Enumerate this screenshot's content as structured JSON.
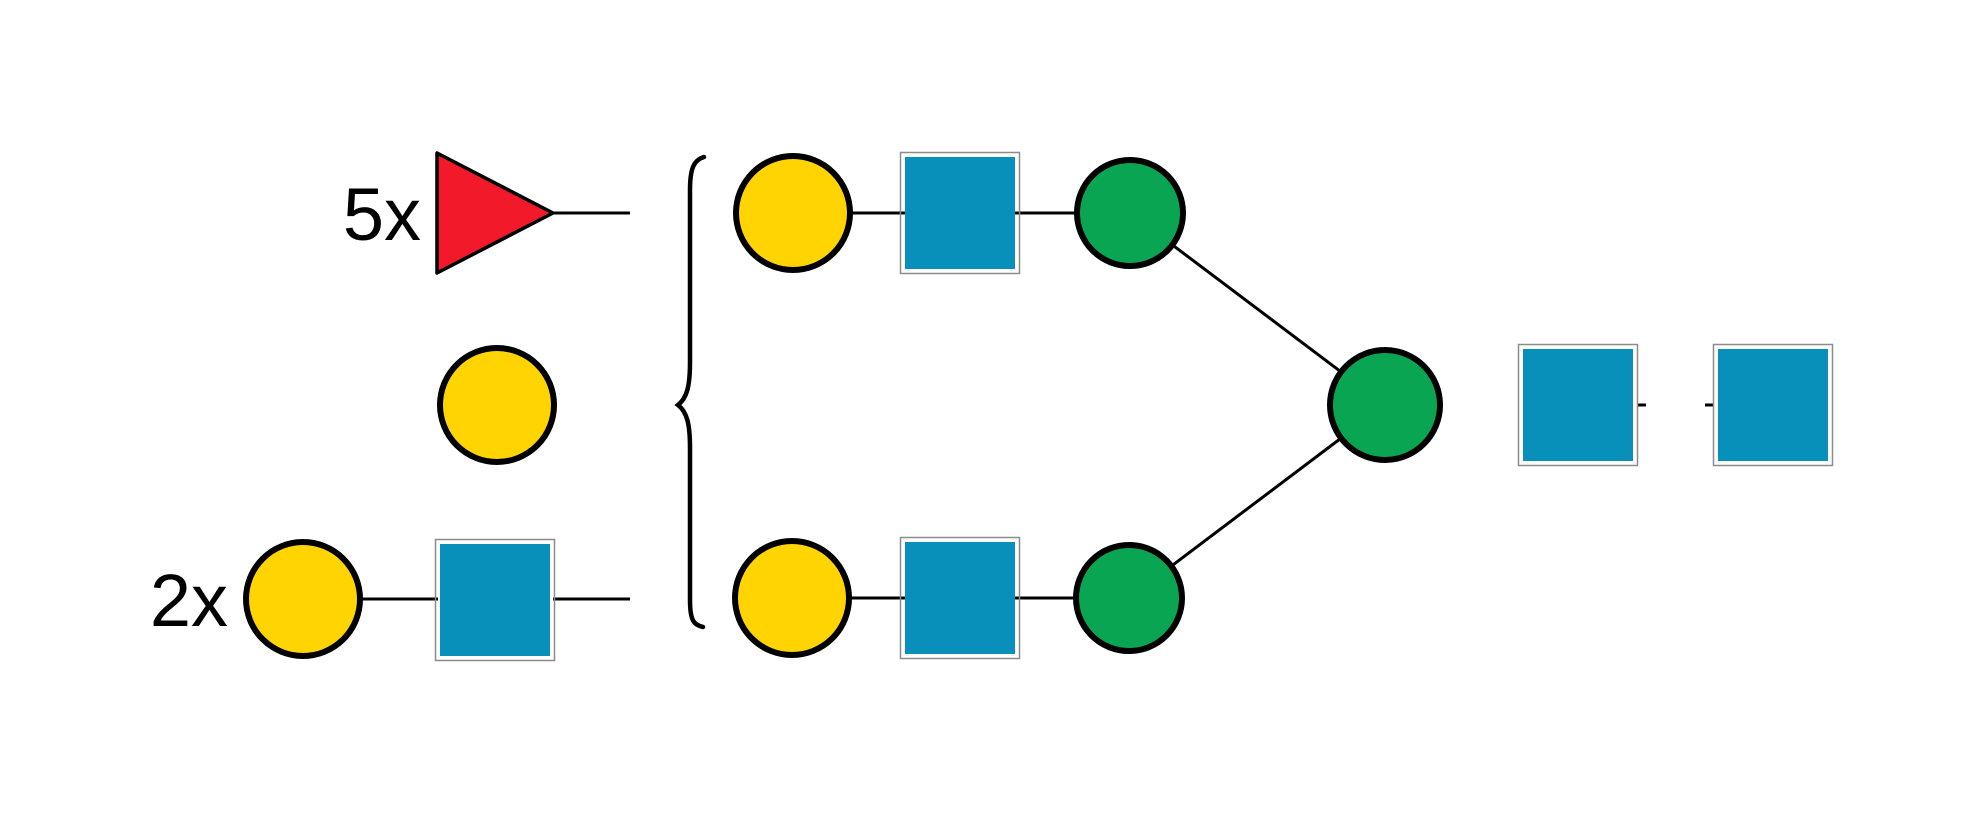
{
  "figure": {
    "title": "Glycan assembly diagram (SNFG notation)",
    "labels": {
      "fucose_multiplier": "5x",
      "lacnac_multiplier": "2x"
    },
    "colors": {
      "fucose_red": "#F2192B",
      "galactose_yellow": "#FFD400",
      "glcnac_blue": "#0890BA",
      "mannose_green": "#0AA553",
      "bond_black": "#000000",
      "square_border_gray": "#8C8C8C",
      "background": "#FFFFFF"
    },
    "building_blocks": [
      {
        "multiplier": "5x",
        "residues": [
          "fucose-triangle"
        ]
      },
      {
        "multiplier": "",
        "residues": [
          "galactose-circle"
        ]
      },
      {
        "multiplier": "2x",
        "residues": [
          "galactose-circle",
          "glcnac-square"
        ]
      }
    ],
    "product_structure": {
      "upper_branch": [
        "galactose-circle",
        "glcnac-square",
        "mannose-circle"
      ],
      "lower_branch": [
        "galactose-circle",
        "glcnac-square",
        "mannose-circle"
      ],
      "core": [
        "mannose-circle",
        "glcnac-square",
        "glcnac-square"
      ]
    }
  }
}
